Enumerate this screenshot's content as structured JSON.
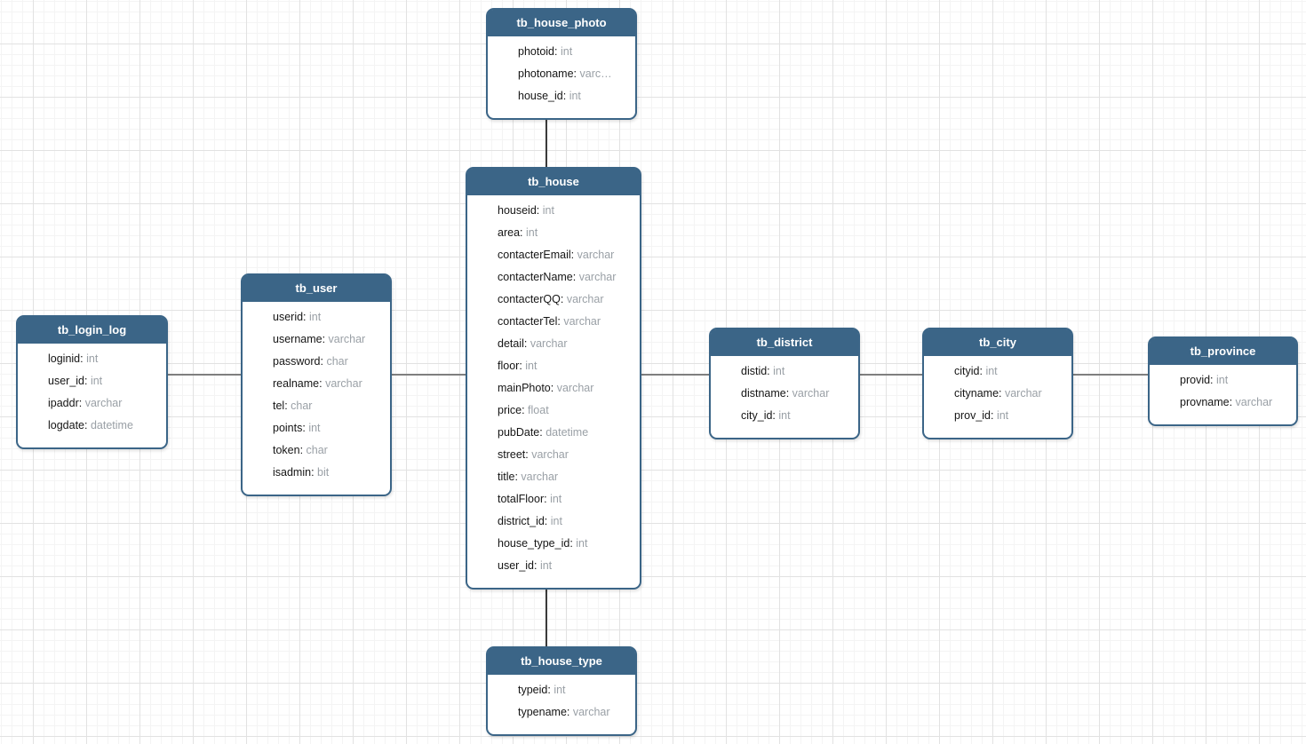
{
  "diagram": {
    "kind": "database-er-diagram",
    "colors": {
      "table_header_bg": "#3b6587",
      "table_border": "#3b6587",
      "field_name_text": "#151515",
      "field_type_text": "#9aa0a6",
      "connector_horizontal": "#7f7f7f",
      "connector_vertical": "#3b3b3b",
      "grid_minor": "#f4f4f4",
      "grid_major": "#e2e2e2"
    },
    "tables": [
      {
        "name": "tb_house_photo",
        "fields": [
          {
            "name": "photoid",
            "type": "int"
          },
          {
            "name": "photoname",
            "type": "varc…"
          },
          {
            "name": "house_id",
            "type": "int"
          }
        ]
      },
      {
        "name": "tb_house",
        "fields": [
          {
            "name": "houseid",
            "type": "int"
          },
          {
            "name": "area",
            "type": "int"
          },
          {
            "name": "contacterEmail",
            "type": "varchar"
          },
          {
            "name": "contacterName",
            "type": "varchar"
          },
          {
            "name": "contacterQQ",
            "type": "varchar"
          },
          {
            "name": "contacterTel",
            "type": "varchar"
          },
          {
            "name": "detail",
            "type": "varchar"
          },
          {
            "name": "floor",
            "type": "int"
          },
          {
            "name": "mainPhoto",
            "type": "varchar"
          },
          {
            "name": "price",
            "type": "float"
          },
          {
            "name": "pubDate",
            "type": "datetime"
          },
          {
            "name": "street",
            "type": "varchar"
          },
          {
            "name": "title",
            "type": "varchar"
          },
          {
            "name": "totalFloor",
            "type": "int"
          },
          {
            "name": "district_id",
            "type": "int"
          },
          {
            "name": "house_type_id",
            "type": "int"
          },
          {
            "name": "user_id",
            "type": "int"
          }
        ]
      },
      {
        "name": "tb_user",
        "fields": [
          {
            "name": "userid",
            "type": "int"
          },
          {
            "name": "username",
            "type": "varchar"
          },
          {
            "name": "password",
            "type": "char"
          },
          {
            "name": "realname",
            "type": "varchar"
          },
          {
            "name": "tel",
            "type": "char"
          },
          {
            "name": "points",
            "type": "int"
          },
          {
            "name": "token",
            "type": "char"
          },
          {
            "name": "isadmin",
            "type": "bit"
          }
        ]
      },
      {
        "name": "tb_login_log",
        "fields": [
          {
            "name": "loginid",
            "type": "int"
          },
          {
            "name": "user_id",
            "type": "int"
          },
          {
            "name": "ipaddr",
            "type": "varchar"
          },
          {
            "name": "logdate",
            "type": "datetime"
          }
        ]
      },
      {
        "name": "tb_district",
        "fields": [
          {
            "name": "distid",
            "type": "int"
          },
          {
            "name": "distname",
            "type": "varchar"
          },
          {
            "name": "city_id",
            "type": "int"
          }
        ]
      },
      {
        "name": "tb_city",
        "fields": [
          {
            "name": "cityid",
            "type": "int"
          },
          {
            "name": "cityname",
            "type": "varchar"
          },
          {
            "name": "prov_id",
            "type": "int"
          }
        ]
      },
      {
        "name": "tb_province",
        "fields": [
          {
            "name": "provid",
            "type": "int"
          },
          {
            "name": "provname",
            "type": "varchar"
          }
        ]
      },
      {
        "name": "tb_house_type",
        "fields": [
          {
            "name": "typeid",
            "type": "int"
          },
          {
            "name": "typename",
            "type": "varchar"
          }
        ]
      }
    ],
    "connections": [
      {
        "from": "tb_house_photo",
        "to": "tb_house"
      },
      {
        "from": "tb_login_log",
        "to": "tb_user"
      },
      {
        "from": "tb_user",
        "to": "tb_house"
      },
      {
        "from": "tb_house",
        "to": "tb_district"
      },
      {
        "from": "tb_district",
        "to": "tb_city"
      },
      {
        "from": "tb_city",
        "to": "tb_province"
      },
      {
        "from": "tb_house",
        "to": "tb_house_type"
      }
    ]
  }
}
